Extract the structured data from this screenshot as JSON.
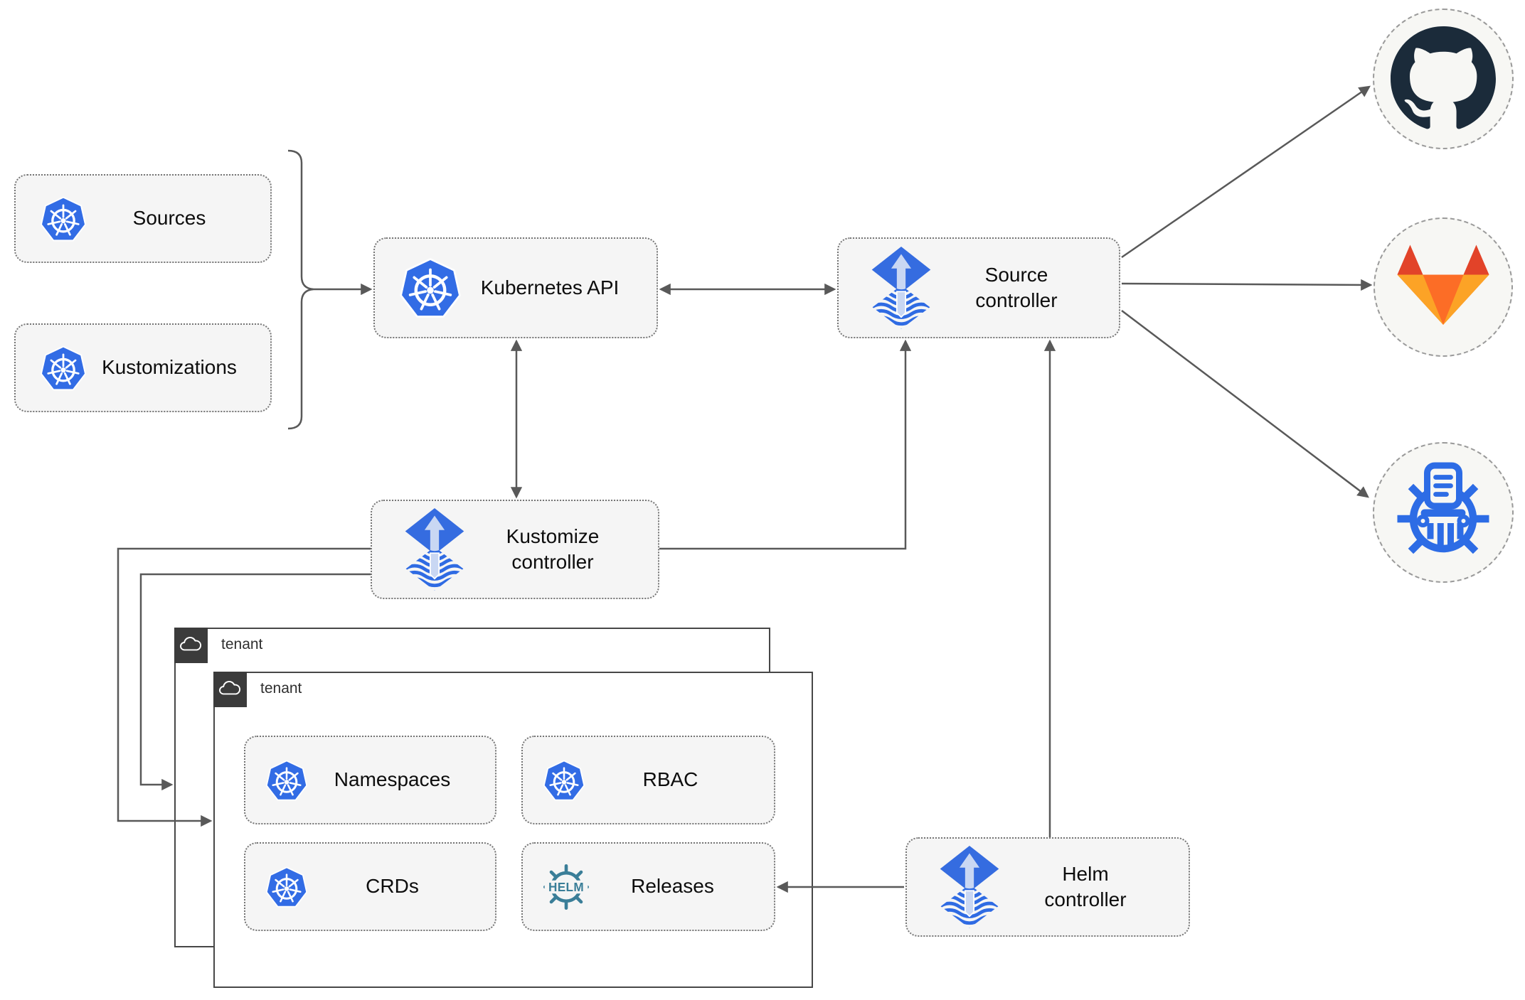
{
  "diagram": {
    "nodes": {
      "sources": {
        "label": "Sources",
        "icon": "kubernetes-icon"
      },
      "kustomizations": {
        "label": "Kustomizations",
        "icon": "kubernetes-icon"
      },
      "kubernetes_api": {
        "label": "Kubernetes API",
        "icon": "kubernetes-icon"
      },
      "source_controller": {
        "label": "Source\ncontroller",
        "icon": "flux-icon"
      },
      "kustomize_controller": {
        "label": "Kustomize\ncontroller",
        "icon": "flux-icon"
      },
      "helm_controller": {
        "label": "Helm\ncontroller",
        "icon": "flux-icon"
      },
      "namespaces": {
        "label": "Namespaces",
        "icon": "kubernetes-icon"
      },
      "rbac": {
        "label": "RBAC",
        "icon": "kubernetes-icon"
      },
      "crds": {
        "label": "CRDs",
        "icon": "kubernetes-icon"
      },
      "releases": {
        "label": "Releases",
        "icon": "helm-icon"
      }
    },
    "groups": {
      "back_tenant": {
        "label": "tenant",
        "icon": "cloud-icon"
      },
      "front_tenant": {
        "label": "tenant",
        "icon": "cloud-icon"
      }
    },
    "endpoints": {
      "github": {
        "icon": "github-icon"
      },
      "gitlab": {
        "icon": "gitlab-icon"
      },
      "chart_repository": {
        "icon": "chartmuseum-icon"
      }
    },
    "helm_icon_text": "HELM",
    "colors": {
      "kubernetes_blue": "#326CE5",
      "flux_blue": "#356CE0",
      "flux_arrow_light": "#C9D7F3",
      "helm_teal": "#3A7E98",
      "github_dark": "#1B2B3A",
      "gitlab_red": "#E24329",
      "gitlab_orange": "#FC6D26",
      "gitlab_light_orange": "#FCA326",
      "chartmuseum_blue": "#2D6CE5",
      "connector_gray": "#595959",
      "node_fill": "#F5F5F5",
      "tenant_tab_dark": "#3B3B3B"
    }
  }
}
